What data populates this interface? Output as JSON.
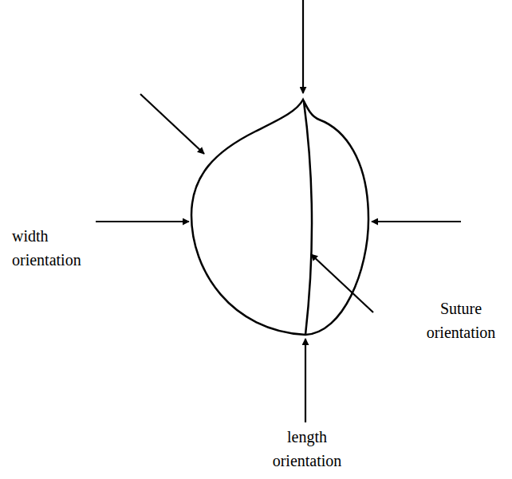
{
  "diagram": {
    "labels": [
      "width orientation",
      "Suture orientation",
      "length orientation"
    ]
  }
}
